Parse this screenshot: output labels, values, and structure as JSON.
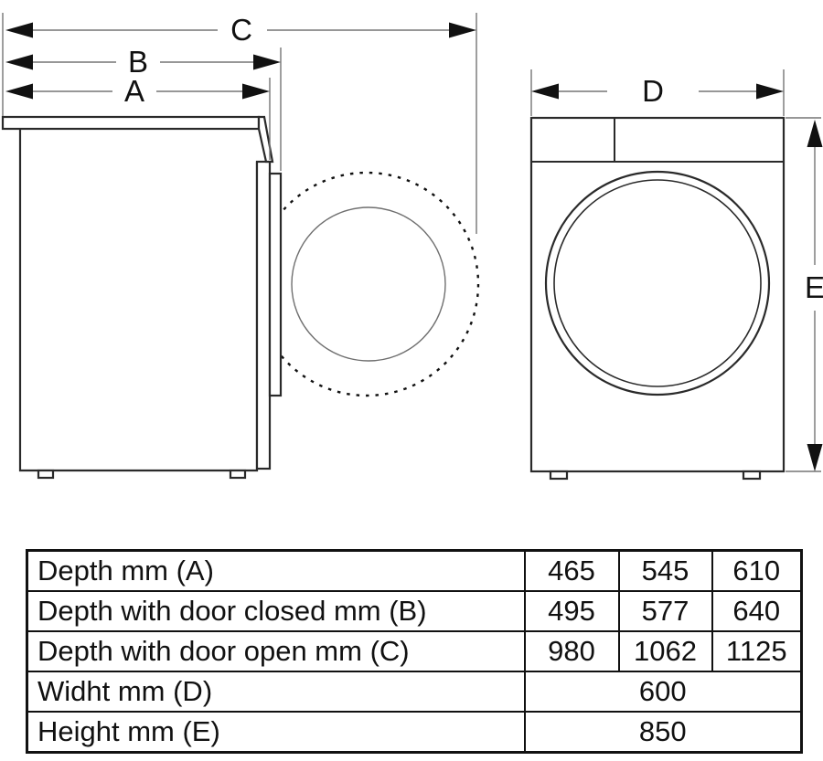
{
  "diagram": {
    "labels": {
      "a": "A",
      "b": "B",
      "c": "C",
      "d": "D",
      "e": "E"
    }
  },
  "table": {
    "rows": [
      {
        "label": "Depth mm (A)",
        "values": [
          "465",
          "545",
          "610"
        ]
      },
      {
        "label": "Depth with door closed mm (B)",
        "values": [
          "495",
          "577",
          "640"
        ]
      },
      {
        "label": "Depth with door open mm (C)",
        "values": [
          "980",
          "1062",
          "1125"
        ]
      },
      {
        "label": "Widht mm (D)",
        "values": [
          "600"
        ]
      },
      {
        "label": "Height mm (E)",
        "values": [
          "850"
        ]
      }
    ]
  },
  "colors": {
    "outline": "#2a2a2a",
    "dim_line": "#757575",
    "arrow": "#111111",
    "drum_line": "#6f6f6f",
    "table_border": "#111111",
    "text": "#111111",
    "background": "#ffffff"
  }
}
